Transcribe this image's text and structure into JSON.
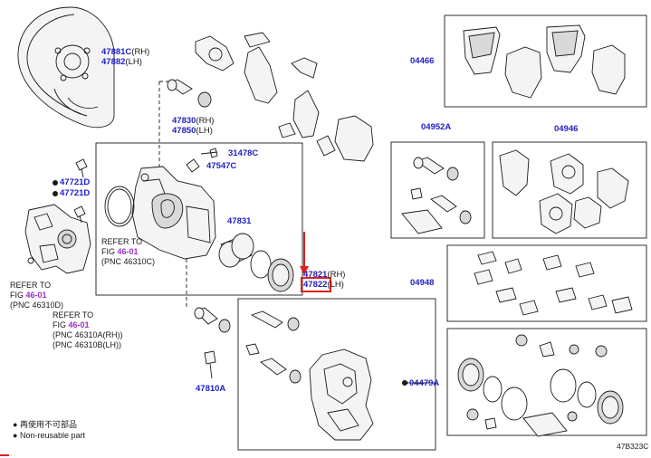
{
  "labels": {
    "dust_cover_rh": "47881C",
    "dust_cover_rh_side": "(RH)",
    "dust_cover_lh": "47882",
    "dust_cover_lh_side": "(LH)",
    "caliper_rh": "47830",
    "caliper_rh_side": "(RH)",
    "caliper_lh": "47850",
    "caliper_lh_side": "(LH)",
    "bleeder_cap": "31478C",
    "bleeder_plug": "47547C",
    "bolt_a": "47721D",
    "bolt_b": "47721D",
    "piston": "47831",
    "cylinder_rh": "47821",
    "cylinder_rh_side": "(RH)",
    "cylinder_lh": "47822",
    "cylinder_lh_side": "(LH)",
    "mounting_bolt": "47810A",
    "pad_kit": "04466",
    "pin_kit": "04952A",
    "anti_squeal_kit": "04946",
    "fitting_kit": "04948",
    "cylinder_kit": "04479A"
  },
  "references": {
    "refer_to": "REFER TO",
    "fig_prefix": "FIG",
    "fig_number": "46-01",
    "pnc_a": "(PNC 46310C)",
    "pnc_b": "(PNC 46310D)",
    "pnc_c": "(PNC 46310A(RH))",
    "pnc_d": "(PNC 46310B(LH))"
  },
  "legend": {
    "symbol": "●",
    "chinese": "再使用不可部品",
    "english": "Non-reusable part"
  },
  "diagram_code": "47B323C",
  "colors": {
    "part_number": "#1f1fc4",
    "figure_link": "#9a2fc8",
    "highlight": "#e02020"
  }
}
